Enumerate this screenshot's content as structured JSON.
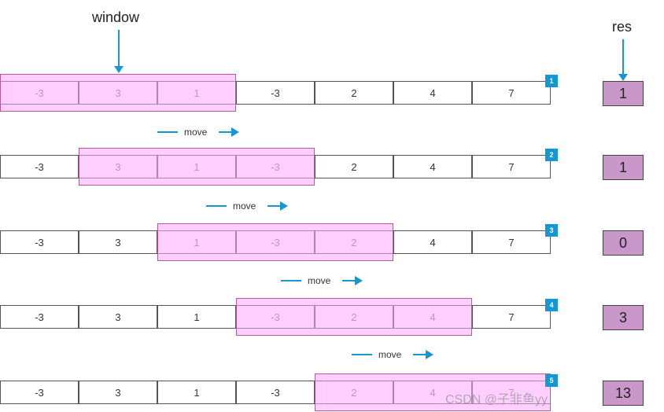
{
  "labels": {
    "window": "window",
    "res": "res"
  },
  "array": [
    "-3",
    "3",
    "1",
    "-3",
    "2",
    "4",
    "7"
  ],
  "steps": [
    {
      "badge": "1",
      "window_start": 0,
      "res": "1"
    },
    {
      "badge": "2",
      "window_start": 1,
      "res": "1"
    },
    {
      "badge": "3",
      "window_start": 2,
      "res": "0"
    },
    {
      "badge": "4",
      "window_start": 3,
      "res": "3"
    },
    {
      "badge": "5",
      "window_start": 4,
      "res": "13"
    }
  ],
  "move_label": "move",
  "watermark": "CSDN @子非鱼yy",
  "colors": {
    "accent": "#1597d3",
    "window_fill": "#ffaaff",
    "res_fill": "#c997c9"
  }
}
